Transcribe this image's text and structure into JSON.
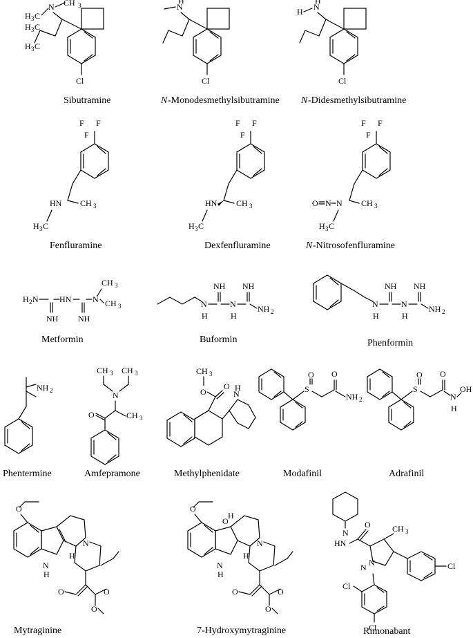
{
  "compounds": [
    {
      "id": "sibutramine",
      "prefix": "",
      "name": "Sibutramine"
    },
    {
      "id": "n-monodesmethylsibutramine",
      "prefix": "N",
      "name": "-Monodesmethylsibutramine"
    },
    {
      "id": "n-didesmethylsibutramine",
      "prefix": "N",
      "name": "-Didesmethylsibutramine"
    },
    {
      "id": "fenfluramine",
      "prefix": "",
      "name": "Fenfluramine"
    },
    {
      "id": "dexfenfluramine",
      "prefix": "",
      "name": "Dexfenfluramine"
    },
    {
      "id": "n-nitrosofenfluramine",
      "prefix": "N",
      "name": "-Nitrosofenfluramine"
    },
    {
      "id": "metformin",
      "prefix": "",
      "name": "Metformin"
    },
    {
      "id": "buformin",
      "prefix": "",
      "name": "Buformin"
    },
    {
      "id": "phenformin",
      "prefix": "",
      "name": "Phenformin"
    },
    {
      "id": "phentermine",
      "prefix": "",
      "name": "Phentermine"
    },
    {
      "id": "amfepramone",
      "prefix": "",
      "name": "Amfepramone"
    },
    {
      "id": "methylphenidate",
      "prefix": "",
      "name": "Methylphenidate"
    },
    {
      "id": "modafinil",
      "prefix": "",
      "name": "Modafinil"
    },
    {
      "id": "adrafinil",
      "prefix": "",
      "name": "Adrafinil"
    },
    {
      "id": "mytraginine",
      "prefix": "",
      "name": "Mytraginine"
    },
    {
      "id": "7-hydroxymytraginine",
      "prefix": "",
      "name": "7-Hydroxymytraginine"
    },
    {
      "id": "rimonabant",
      "prefix": "",
      "name": "Rimonabant"
    }
  ],
  "atoms": {
    "ch3": "CH",
    "h3c": "H",
    "c": "C",
    "three": "3",
    "two": "2",
    "n": "N",
    "h": "H",
    "cl": "Cl",
    "f": "F",
    "o": "O",
    "s": "S",
    "nh": "NH",
    "hn": "HN",
    "nh2": "NH",
    "h2n": "H",
    "oh": "OH",
    "o_eq_n": "O",
    "h_dash": "H"
  }
}
